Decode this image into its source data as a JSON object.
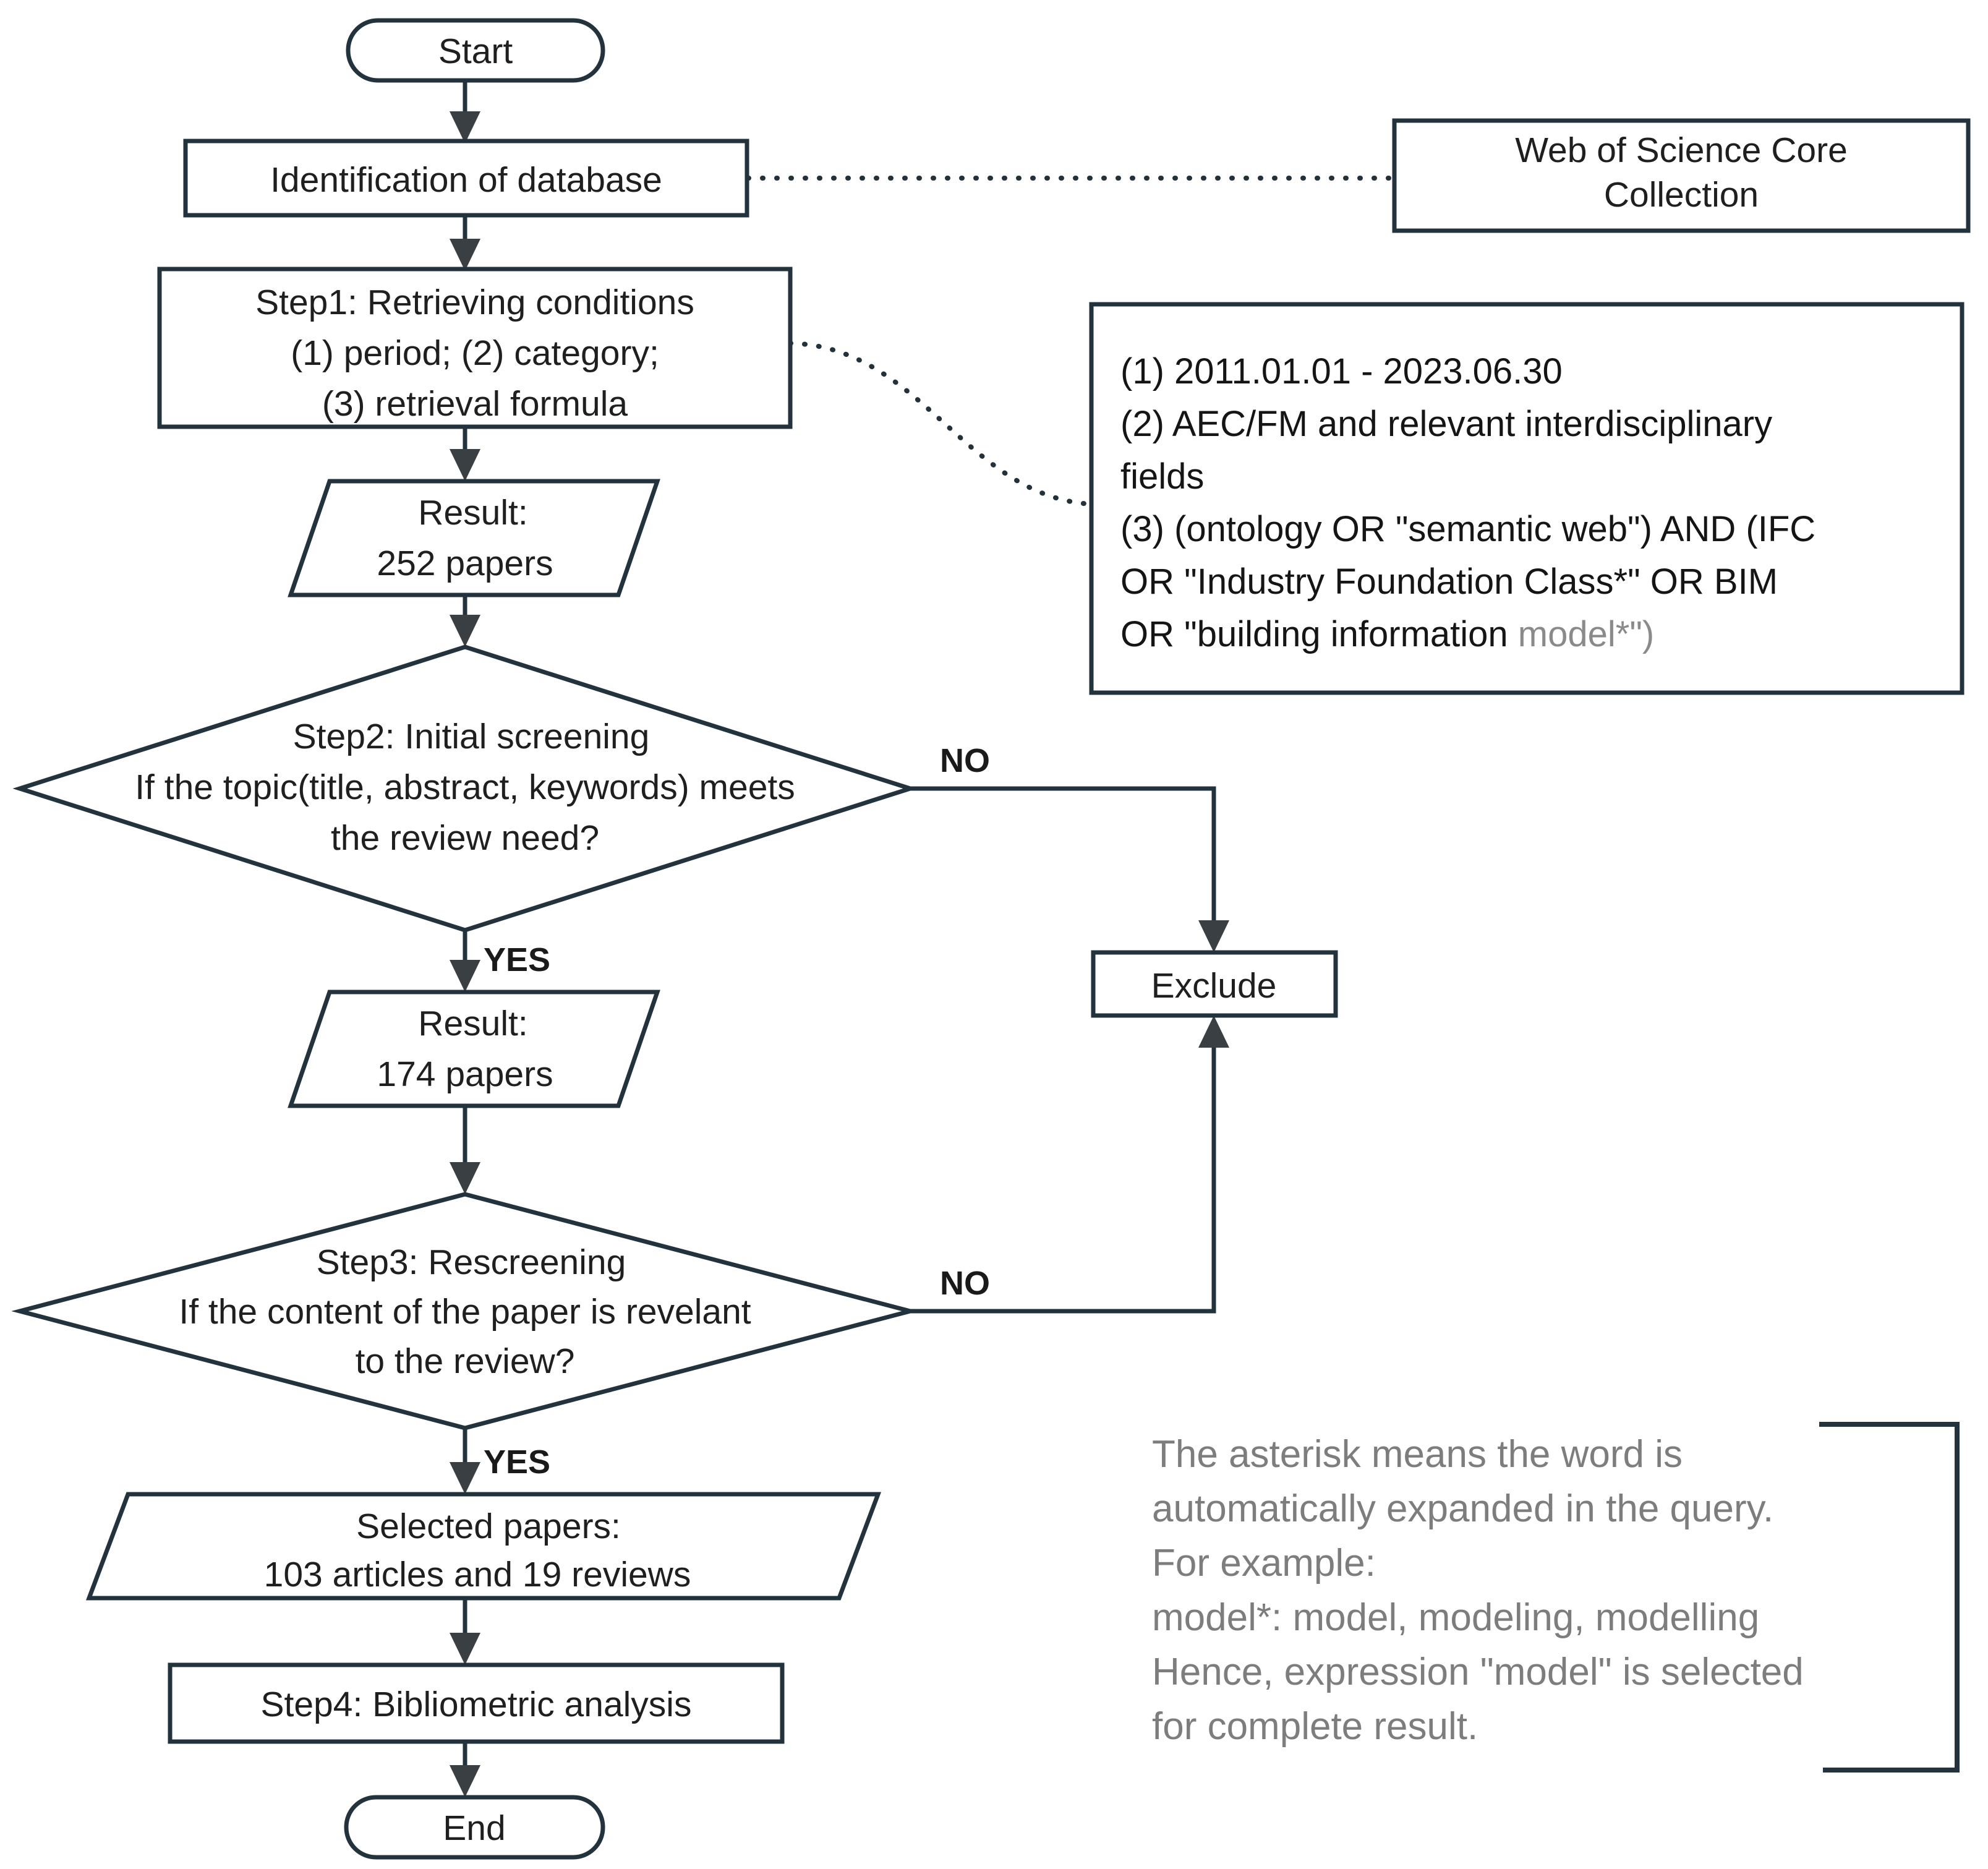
{
  "diagram": {
    "title": "Literature review selection flowchart",
    "accent_color": "#22333d",
    "text_color": "#1a1a1a",
    "muted_text_color": "#7d7d7d",
    "background_color": "#ffffff"
  },
  "nodes": {
    "start": {
      "label": "Start"
    },
    "identification": {
      "label": "Identification of database"
    },
    "database_note": {
      "line1": "Web of Science Core",
      "line2": "Collection"
    },
    "step1": {
      "line1": "Step1: Retrieving conditions",
      "line2": "(1) period; (2) category;",
      "line3": "(3) retrieval formula"
    },
    "conditions_note": {
      "line1": "(1) 2011.01.01 - 2023.06.30",
      "line2": "(2) AEC/FM and relevant interdisciplinary",
      "line3": "fields",
      "line4": "(3) (ontology OR \"semantic web\") AND (IFC",
      "line5": "OR \"Industry Foundation Class*\" OR BIM",
      "line6_prefix": "OR \"building information ",
      "line6_highlight": "model*\")"
    },
    "result1": {
      "line1": "Result:",
      "line2": "252 papers"
    },
    "step2": {
      "line1": "Step2: Initial screening",
      "line2": "If the topic(title, abstract, keywords) meets",
      "line3": "the review need?"
    },
    "exclude": {
      "label": "Exclude"
    },
    "result2": {
      "line1": "Result:",
      "line2": "174 papers"
    },
    "step3": {
      "line1": "Step3: Rescreening",
      "line2": "If the content of the paper is revelant",
      "line3": "to the review?"
    },
    "selected": {
      "line1": "Selected papers:",
      "line2": "103 articles and 19 reviews"
    },
    "step4": {
      "label": "Step4: Bibliometric analysis"
    },
    "end": {
      "label": "End"
    },
    "asterisk_note": {
      "line1": "The asterisk means the word is",
      "line2": "automatically expanded in the query.",
      "line3": "For example:",
      "line4": "model*: model, modeling, modelling",
      "line5": "Hence, expression \"model\" is selected",
      "line6": "for complete result."
    }
  },
  "edges": {
    "no_1": {
      "label": "NO"
    },
    "no_2": {
      "label": "NO"
    },
    "yes_1": {
      "label": "YES"
    },
    "yes_2": {
      "label": "YES"
    }
  }
}
